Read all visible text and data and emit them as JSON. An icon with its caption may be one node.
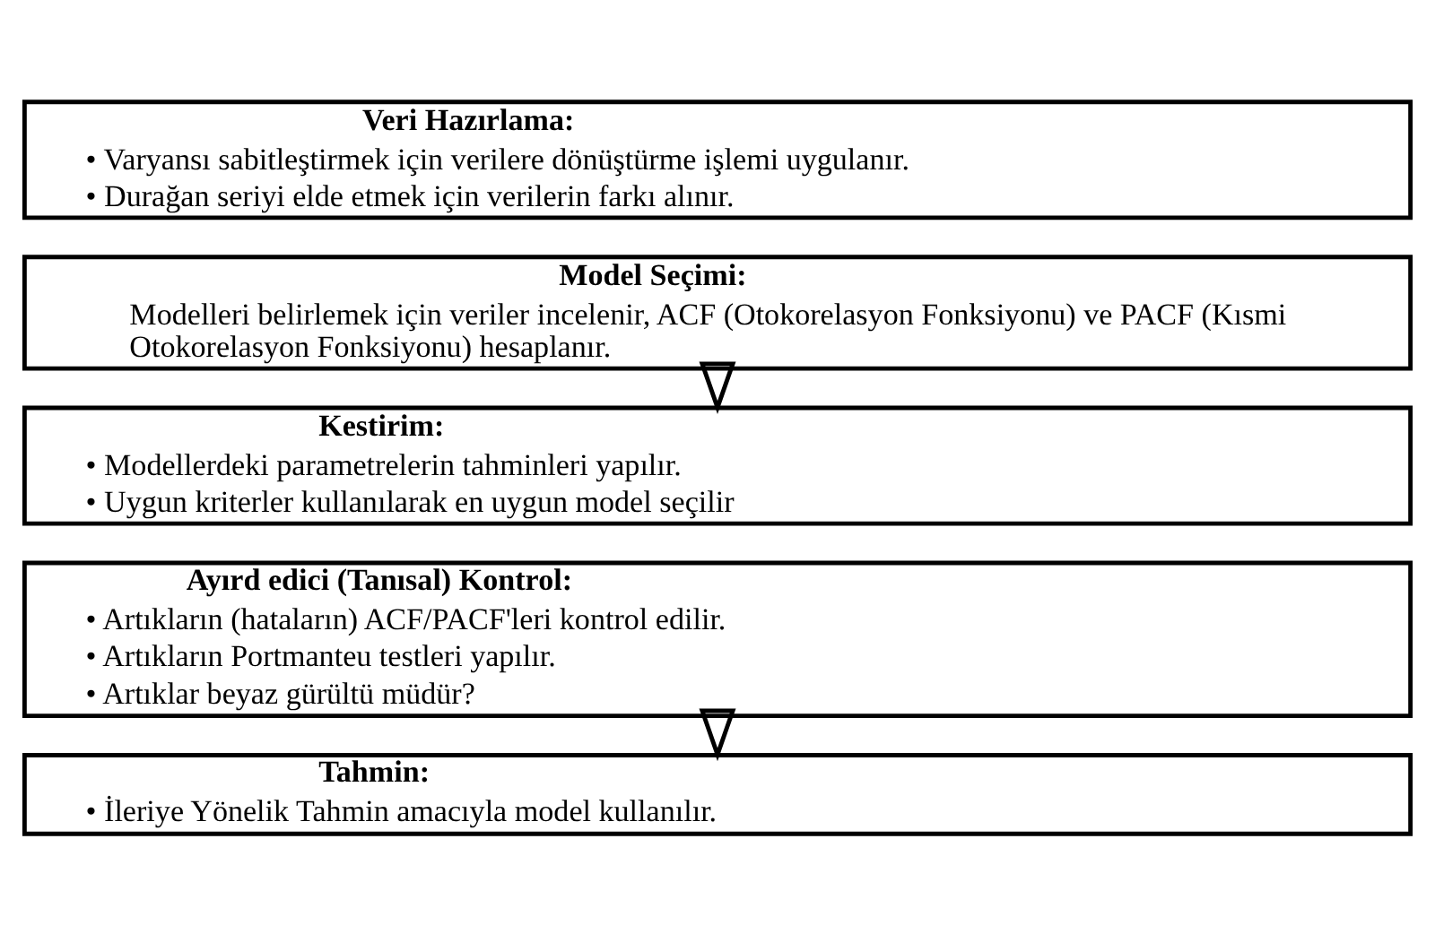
{
  "diagram": {
    "nodes": [
      {
        "text": [
          "Veri Hazırlama:",
          "• Varyansı sabitleştirmek için verilere dönüştürme işlemi uygulanır.",
          "• Durağan seriyi elde etmek için verilerin farkı alınır."
        ]
      },
      {
        "text": [
          "Model Seçimi:",
          "Modelleri belirlemek için veriler incelenir, ACF (Otokorelasyon Fonksiyonu) ve PACF (Kısmi Otokorelasyon Fonksiyonu) hesaplanır."
        ]
      },
      {
        "text": [
          "Kestirim:",
          "• Modellerdeki parametrelerin tahminleri yapılır.",
          "• Uygun kriterler kullanılarak en uygun model seçilir"
        ]
      },
      {
        "text": [
          "Ayırd edici (Tanısal) Kontrol:",
          "• Artıkların (hataların) ACF/PACF'leri kontrol edilir.",
          "• Artıkların Portmanteu testleri yapılır.",
          "• Artıklar beyaz gürültü müdür?"
        ]
      },
      {
        "text": [
          "Tahmin:",
          "• İleriye Yönelik Tahmin amacıyla model kullanılır."
        ]
      }
    ],
    "edges": [
      {
        "from": 1,
        "to": 2,
        "arrow": "to"
      },
      {
        "from": 3,
        "to": 4,
        "arrow": "to"
      }
    ]
  }
}
